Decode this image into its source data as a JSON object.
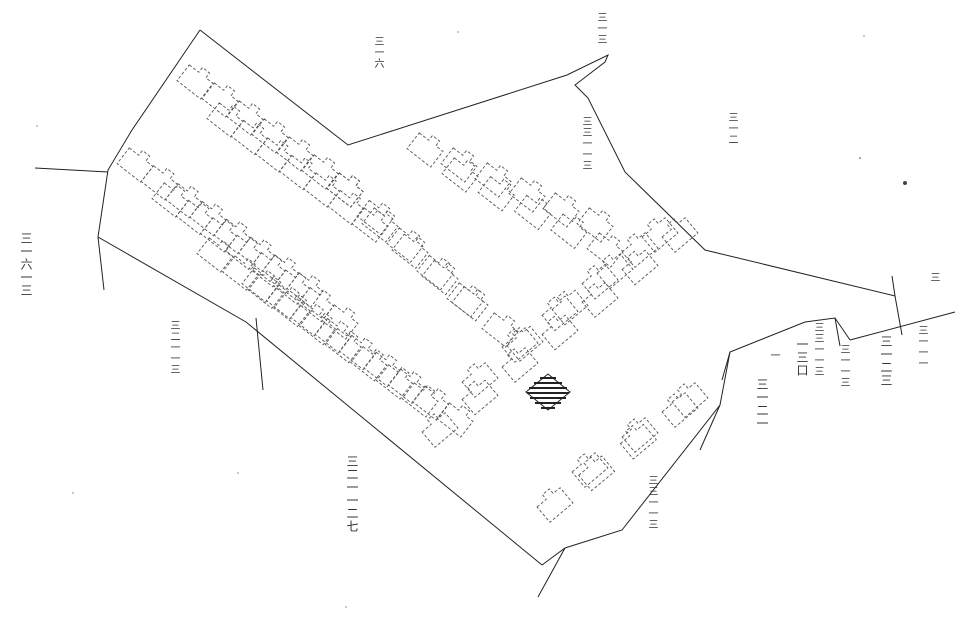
{
  "map": {
    "colors": {
      "boundary": "#222222",
      "building": "#555555",
      "hatch": "#222222"
    },
    "lot_labels": {
      "l1": "三一六",
      "l2": "三一三",
      "l3": "三三一一三",
      "l4": "三一二",
      "l5": "三一六一三",
      "l6": "三二一一三",
      "l7": "三二一一二七",
      "l8": "三",
      "l9": "三三一一三",
      "l10": "一三口",
      "l11": "三一一三",
      "l12": "三一二三",
      "l13": "三一一一",
      "l14": "三一二一",
      "l15": "三三一一三",
      "l16": "一"
    }
  }
}
